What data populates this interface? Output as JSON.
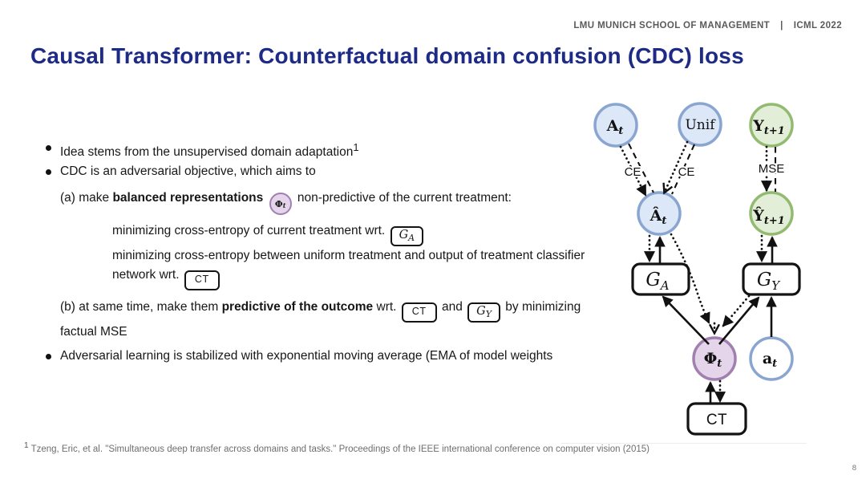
{
  "theme": {
    "title-color": "#1d2b87",
    "blue-fill": "#dce7f7",
    "blue-stroke": "#8aa6d0",
    "green-fill": "#e3eed8",
    "green-stroke": "#92bb71",
    "purple-fill": "#e4d5eb",
    "purple-stroke": "#a180af",
    "edge-color": "#111111"
  },
  "header": {
    "org": "LMU MUNICH SCHOOL OF MANAGEMENT",
    "separator": "|",
    "event": "ICML 2022"
  },
  "title": "Causal Transformer: Counterfactual domain confusion (CDC) loss",
  "bullets": {
    "b1": {
      "text": "Idea stems from the unsupervised domain adaptation",
      "sup": "1"
    },
    "b2": "CDC is an adversarial objective, which aims to",
    "para_a": {
      "pre": "(a) make ",
      "bold": "balanced representations",
      "phi": {
        "main": "Φ",
        "sub": "t"
      },
      "post": " non-predictive of the current treatment:"
    },
    "sub1": {
      "text": "minimizing cross-entropy of current treatment wrt. ",
      "chip": {
        "main": "G",
        "sub": "A"
      }
    },
    "sub2": {
      "text": "minimizing cross-entropy between uniform treatment and output of treatment classifier network wrt. ",
      "chip": "CT"
    },
    "para_b": {
      "pre": "(b) at same time, make them ",
      "bold": "predictive of the outcome",
      "mid": " wrt. ",
      "chip1": "CT",
      "and": " and ",
      "chip2": {
        "main": "G",
        "sub": "Y"
      },
      "post": " by minimizing factual MSE"
    },
    "b3": "Adversarial learning is stabilized with exponential moving average (EMA of model weights"
  },
  "diagram": {
    "nodes": {
      "At": {
        "main": "A",
        "sub": "t"
      },
      "Unif": {
        "main": "Unif"
      },
      "Yt1": {
        "main": "Y",
        "sub": "t+1"
      },
      "Ahat": {
        "main": "Â",
        "sub": "t"
      },
      "Yhat": {
        "main": "Ŷ",
        "sub": "t+1"
      },
      "GA": {
        "main": "G",
        "sub": "A"
      },
      "GY": {
        "main": "G",
        "sub": "Y"
      },
      "Phi": {
        "main": "Φ",
        "sub": "t"
      },
      "at": {
        "main": "a",
        "sub": "t"
      },
      "CT": {
        "main": "CT"
      }
    },
    "edge_labels": {
      "ce1": "CE",
      "ce2": "CE",
      "mse": "MSE"
    }
  },
  "footnote": {
    "sup": "1",
    "text": "Tzeng, Eric, et al. \"Simultaneous deep transfer across domains and tasks.\" Proceedings of the IEEE international conference on computer vision (2015)"
  },
  "page_number": "8"
}
